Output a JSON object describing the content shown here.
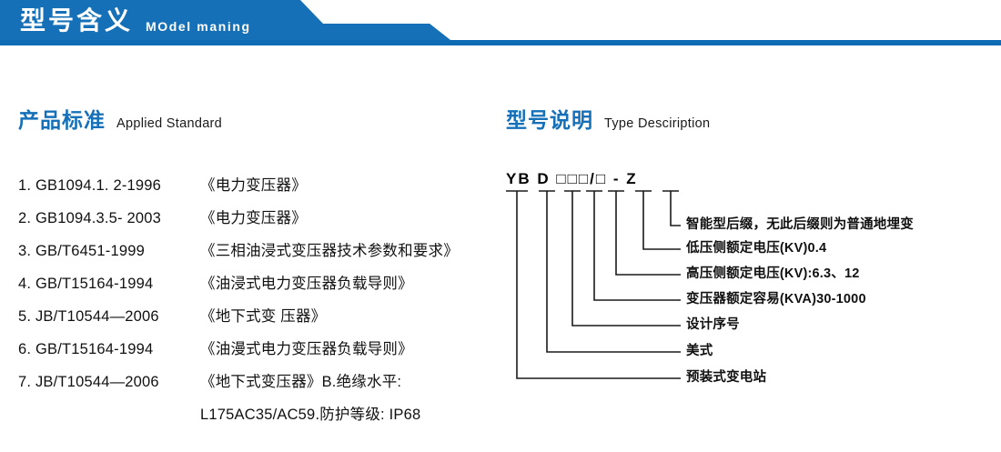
{
  "banner": {
    "title_cn": "型号含义",
    "title_en": "MOdel maning",
    "color": "#1570b8"
  },
  "sections": {
    "standards": {
      "heading_cn": "产品标准",
      "heading_en": "Applied Standard",
      "heading_color": "#1570b8",
      "items": [
        {
          "index": "1.",
          "code": "GB1094.1. 2-1996",
          "name": "《电力变压器》"
        },
        {
          "index": "2.",
          "code": "GB1094.3.5- 2003",
          "name": "《电力变压器》"
        },
        {
          "index": "3.",
          "code": "GB/T6451-1999",
          "name": "《三相油浸式变压器技术参数和要求》"
        },
        {
          "index": "4.",
          "code": "GB/T15164-1994",
          "name": "《油浸式电力变压器负载导则》"
        },
        {
          "index": "5.",
          "code": "JB/T10544—2006",
          "name": "《地下式变 压器》"
        },
        {
          "index": "6.",
          "code": "GB/T15164-1994",
          "name": "《油漫式电力变压器负载导则》"
        },
        {
          "index": "7.",
          "code": "JB/T10544—2006",
          "name": "《地下式变压器》B.绝缘水平:"
        },
        {
          "index": "",
          "code": "",
          "name": "L175AC35/AC59.防护等级: IP68"
        }
      ]
    },
    "type_description": {
      "heading_cn": "型号说明",
      "heading_en": "Type Desciription",
      "heading_color": "#1570b8",
      "model_code": "YB D □□□/□ - Z",
      "labels": [
        "智能型后缀，无此后缀则为普通地埋变",
        "低压侧额定电压(KV)0.4",
        "高压侧额定电压(KV):6.3、12",
        "变压器额定容易(KVA)30-1000",
        "设计序号",
        "美式",
        "预装式变电站"
      ]
    }
  }
}
